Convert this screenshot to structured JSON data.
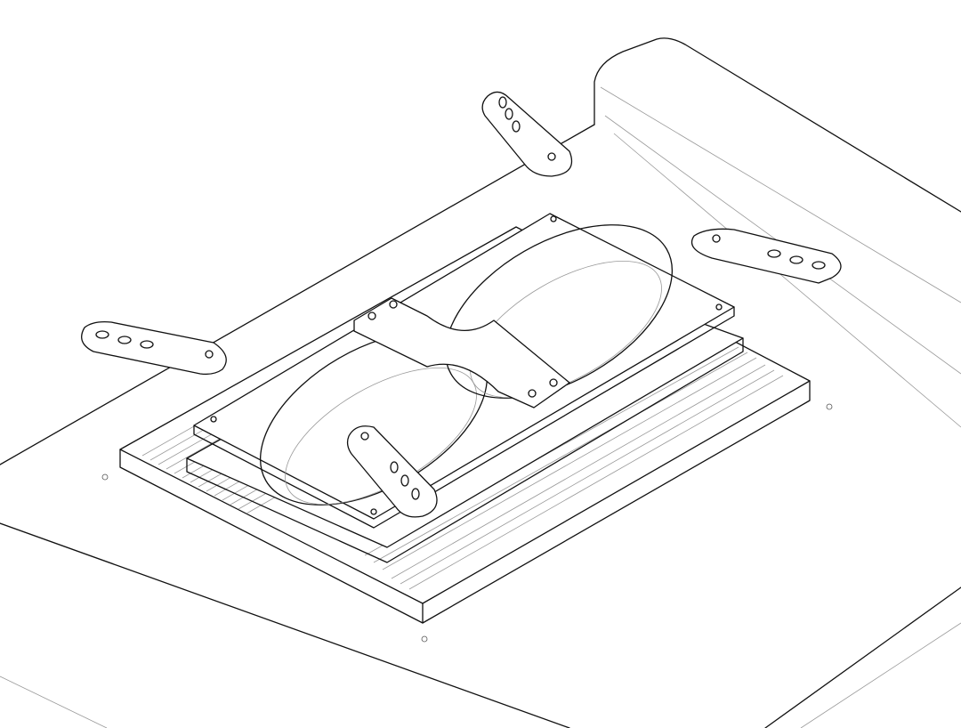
{
  "drawing": {
    "style": "isometric line drawing",
    "colors": {
      "line": "#111111",
      "thin_line": "#999999",
      "background": "#ffffff"
    },
    "parts": [
      "base-plate",
      "vent-grille",
      "fan-frame",
      "fan-left",
      "fan-right",
      "center-bracket",
      "mounting-bracket-top",
      "mounting-bracket-right",
      "mounting-bracket-left",
      "mounting-bracket-front"
    ]
  }
}
